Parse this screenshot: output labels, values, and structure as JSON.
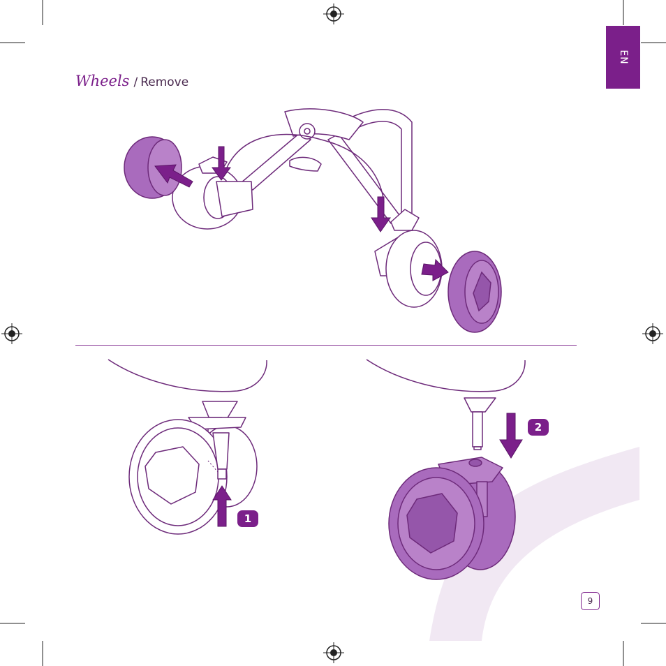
{
  "header": {
    "title_main": "Wheels",
    "title_separator": "/",
    "title_sub": "Remove",
    "language_tab": "EN"
  },
  "steps": {
    "step1": "1",
    "step2": "2"
  },
  "footer": {
    "page_number": "9"
  },
  "colors": {
    "brand_purple": "#7b1f8a",
    "wheel_purple": "#a96bbd",
    "light_purple": "#efe6f2",
    "line_stroke": "#6d2a7a"
  },
  "icons": {
    "registration_mark": "registration-crosshair-icon",
    "arrow": "purple-arrow-icon"
  }
}
